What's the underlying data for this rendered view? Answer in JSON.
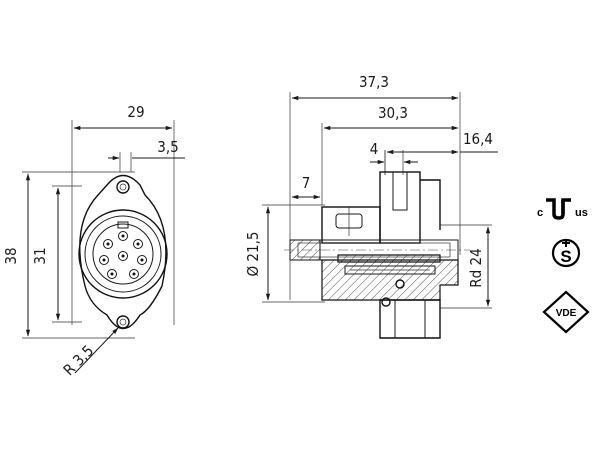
{
  "front_view": {
    "width_label": "29",
    "offset_label": "3,5",
    "height_outer_label": "38",
    "height_inner_label": "31",
    "radius_label": "R 3,5"
  },
  "side_view": {
    "overall_length_label": "37,3",
    "body_length_label": "30,3",
    "step_label": "4",
    "rear_length_label": "16,4",
    "flange_label": "7",
    "diameter_label": "Ø 21,5",
    "thread_label": "Rd 24"
  },
  "certifications": {
    "ul": {
      "c": "c",
      "us": "us"
    },
    "s_mark": "S",
    "vde": "VDE"
  }
}
